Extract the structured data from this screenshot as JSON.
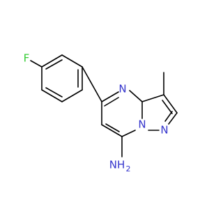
{
  "molecule": {
    "atoms": {
      "fluorine": {
        "label": "F",
        "color": "#33cc33"
      },
      "ring_nitrogen": {
        "label": "N",
        "color": "#3333cc"
      },
      "bridge_nitrogen": {
        "label": "N",
        "color": "#3333cc"
      },
      "pyrazole_nitrogen": {
        "label": "N",
        "color": "#3333cc"
      },
      "amine": {
        "label": "NH",
        "sub": "2",
        "color": "#3333cc"
      }
    },
    "bond_color": "#000000"
  }
}
